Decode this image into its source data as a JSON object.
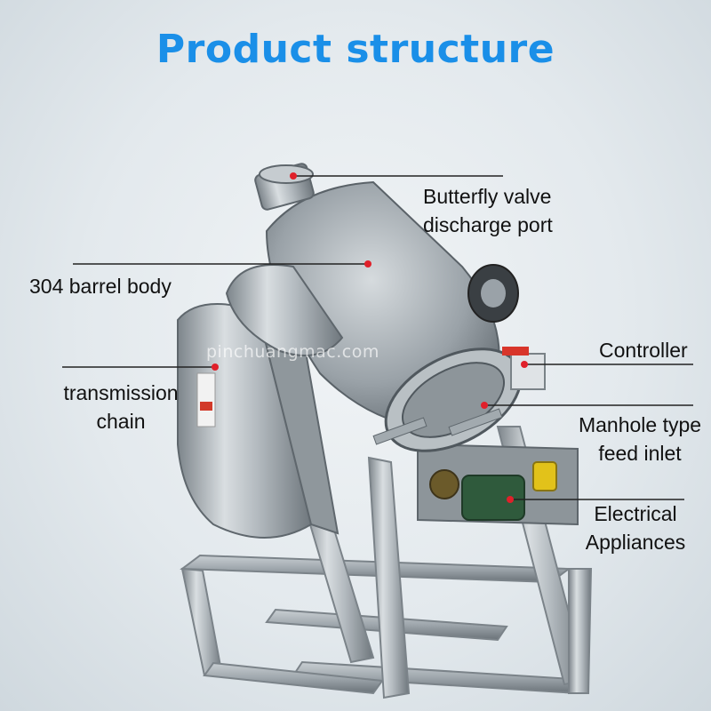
{
  "title": "Product structure",
  "watermark": "pinchuangmac.com",
  "callouts": {
    "butterfly_valve": {
      "line1": "Butterfly valve",
      "line2": "discharge port"
    },
    "barrel_body": {
      "line1": "304 barrel body"
    },
    "controller": {
      "line1": "Controller"
    },
    "transmission_chain": {
      "line1": "transmission",
      "line2": "chain"
    },
    "manhole_inlet": {
      "line1": "Manhole type",
      "line2": "feed inlet"
    },
    "electrical": {
      "line1": "Electrical",
      "line2": "Appliances"
    }
  },
  "colors": {
    "title": "#1a8fe8",
    "marker": "#e0202a",
    "leader_line": "#222222",
    "steel": "#a9b0b5"
  }
}
